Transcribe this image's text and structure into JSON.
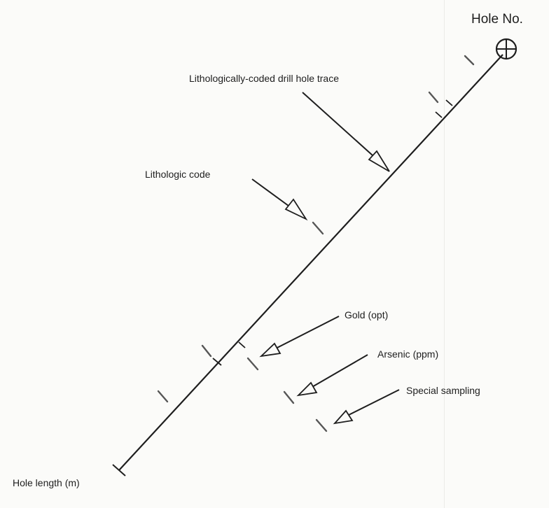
{
  "diagram": {
    "hole_label": "Hole No.",
    "trace_label": "Lithologically-coded drill hole trace",
    "lithologic_code_label": "Lithologic code",
    "gold_label": "Gold (opt)",
    "arsenic_label": "Arsenic (ppm)",
    "special_sampling_label": "Special sampling",
    "hole_length_label": "Hole length (m)",
    "hole_symbol_icon": "circle-crosshair-icon",
    "line_color": "#1e1e1e",
    "background_color": "#fbfbf9"
  }
}
